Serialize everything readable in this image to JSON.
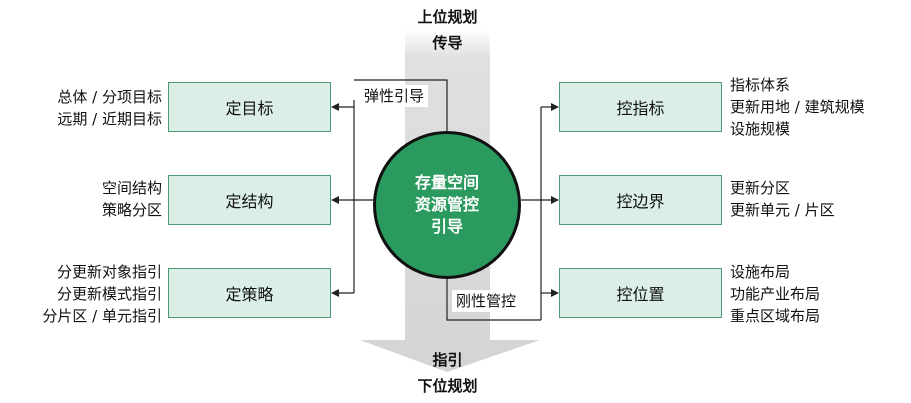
{
  "top": {
    "line1": "上位规划",
    "line2": "传导"
  },
  "bottom": {
    "line1": "指引",
    "line2": "下位规划"
  },
  "center": {
    "lines": [
      "存量空间",
      "资源管控",
      "引导"
    ]
  },
  "left_boxes": [
    {
      "label": "定目标",
      "desc": [
        "总体 / 分项目标",
        "远期 / 近期目标"
      ]
    },
    {
      "label": "定结构",
      "desc": [
        "空间结构",
        "策略分区"
      ]
    },
    {
      "label": "定策略",
      "desc": [
        "分更新对象指引",
        "分更新模式指引",
        "分片区 / 单元指引"
      ]
    }
  ],
  "right_boxes": [
    {
      "label": "控指标",
      "desc": [
        "指标体系",
        "更新用地 / 建筑规模",
        "设施规模"
      ]
    },
    {
      "label": "控边界",
      "desc": [
        "更新分区",
        "更新单元 / 片区"
      ]
    },
    {
      "label": "控位置",
      "desc": [
        "设施布局",
        "功能产业布局",
        "重点区域布局"
      ]
    }
  ],
  "tags": {
    "flexible": "弹性引导",
    "rigid": "刚性管控"
  },
  "colors": {
    "box_fill": "#dcefe6",
    "box_border": "#4e9a76",
    "circle": "#2a9a5f",
    "arrow": "#d9d9d9"
  }
}
